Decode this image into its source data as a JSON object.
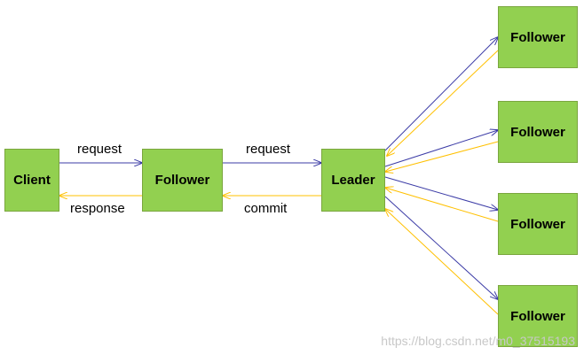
{
  "nodes": {
    "client": "Client",
    "follower_mid": "Follower",
    "leader": "Leader",
    "follower_1": "Follower",
    "follower_2": "Follower",
    "follower_3": "Follower",
    "follower_4": "Follower"
  },
  "labels": {
    "client_request": "request",
    "client_response": "response",
    "leader_request": "request",
    "leader_commit": "commit"
  },
  "colors": {
    "node_fill": "#92d050",
    "request_arrow": "#3b3ba6",
    "response_arrow": "#ffc000"
  },
  "watermark": "https://blog.csdn.net/m0_37515193"
}
